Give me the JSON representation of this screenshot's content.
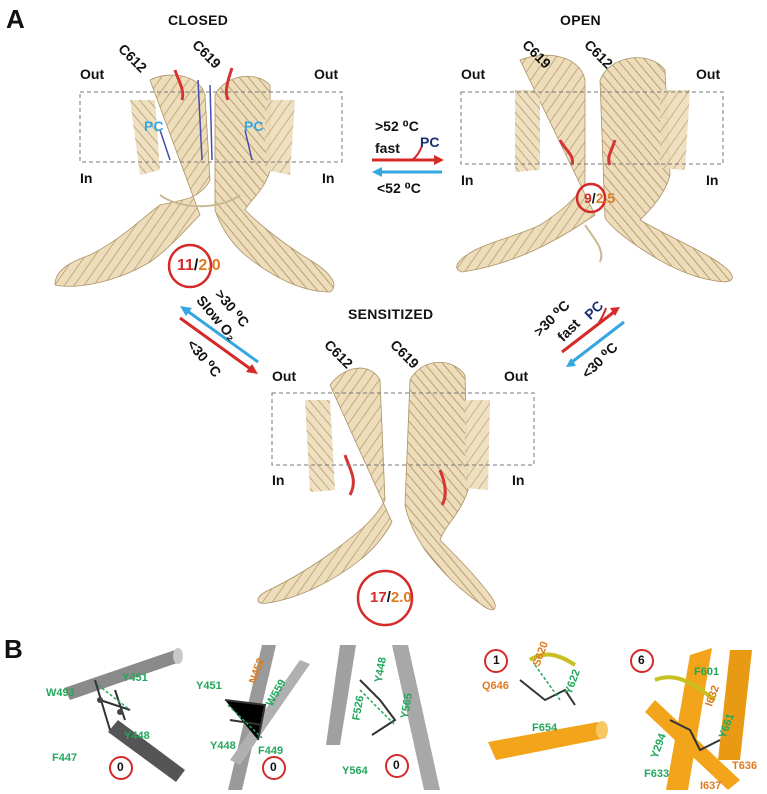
{
  "panel_a": {
    "letter": "A",
    "closed": {
      "title": "CLOSED",
      "res_left": "C612",
      "res_right": "C619",
      "out_left": "Out",
      "out_right": "Out",
      "in_left": "In",
      "in_right": "In",
      "pc_left": "PC",
      "pc_right": "PC",
      "count_red": "11",
      "count_orange": "2.0"
    },
    "open": {
      "title": "OPEN",
      "res_left": "C619",
      "res_right": "C612",
      "out_left": "Out",
      "out_right": "Out",
      "in_left": "In",
      "in_right": "In",
      "count_red": "9",
      "count_orange": "2.5"
    },
    "sensitized": {
      "title": "SENSITIZED",
      "res_left": "C612",
      "res_right": "C619",
      "out_left": "Out",
      "out_right": "Out",
      "in_left": "In",
      "in_right": "In",
      "count_red": "17",
      "count_orange": "2.0"
    },
    "closed_to_open": {
      "above": ">52 ⁰C",
      "fast": "fast",
      "pc": "PC",
      "below": "<52 ⁰C"
    },
    "closed_to_sensitized": {
      "line1": ">30 ⁰C",
      "line2": "Slow O₂",
      "line3": "<30 ⁰C"
    },
    "sensitized_to_open": {
      "line1": ">30 ⁰C",
      "fast": "fast",
      "pc": "PC",
      "line3": "<30 ⁰C"
    }
  },
  "panel_b": {
    "letter": "B",
    "sub1": {
      "labels": [
        "Y451",
        "W493",
        "Y448",
        "F447"
      ],
      "circle": "0"
    },
    "sub2": {
      "labels": [
        "N452",
        "Y451",
        "W559",
        "Y448",
        "F449"
      ],
      "circle": "0"
    },
    "sub3": {
      "labels": [
        "Y448",
        "F526",
        "Y565",
        "Y564"
      ],
      "circle": "0"
    },
    "sub4": {
      "labels": [
        "S620",
        "Y622",
        "Q646",
        "F654"
      ],
      "circle": "1"
    },
    "sub5": {
      "labels": [
        "F601",
        "I632",
        "Y661",
        "Y294",
        "F633",
        "T636",
        "I637"
      ],
      "circle": "6"
    }
  },
  "colors": {
    "protein": "#e8d6b0",
    "protein_dark": "#bfa67a",
    "red": "#d42a2a",
    "orange": "#e07a1f",
    "cyan": "#35a7e0",
    "navy": "#1b2f6e",
    "green": "#22a85a",
    "helix_gray": "#8a8a8a",
    "helix_gold": "#f2a51a"
  }
}
